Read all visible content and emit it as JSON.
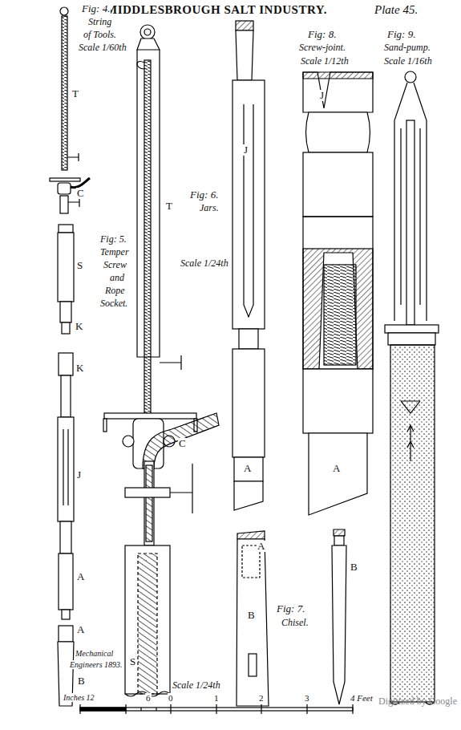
{
  "diagram": {
    "title": "MIDDLESBROUGH SALT INDUSTRY.",
    "labels": [
      "Plate 45.",
      "Fig: 4.",
      "String",
      "of Tools.",
      "Scale 1/60th",
      "T",
      "C",
      "S",
      "K",
      "K",
      "J",
      "A",
      "A",
      "B",
      "Mechanical",
      "Engineers 1893.",
      "Fig: 5.",
      "Temper",
      "Screw",
      "and",
      "Rope",
      "Socket.",
      "T",
      "C",
      "S",
      "Scale 1/24th",
      "Fig: 6.",
      "Jars.",
      "Scale 1/24th",
      "J",
      "A",
      "Fig: 8.",
      "Screw-joint.",
      "Scale 1/12th",
      "J",
      "A",
      "Fig: 9.",
      "Sand-pump.",
      "Scale 1/16th",
      "A",
      "B",
      "Fig: 7.",
      "Chisel.",
      "B",
      "Inches 12",
      "6",
      "0",
      "1",
      "2",
      "3",
      "4 Feet",
      "Digitized by Google"
    ]
  }
}
